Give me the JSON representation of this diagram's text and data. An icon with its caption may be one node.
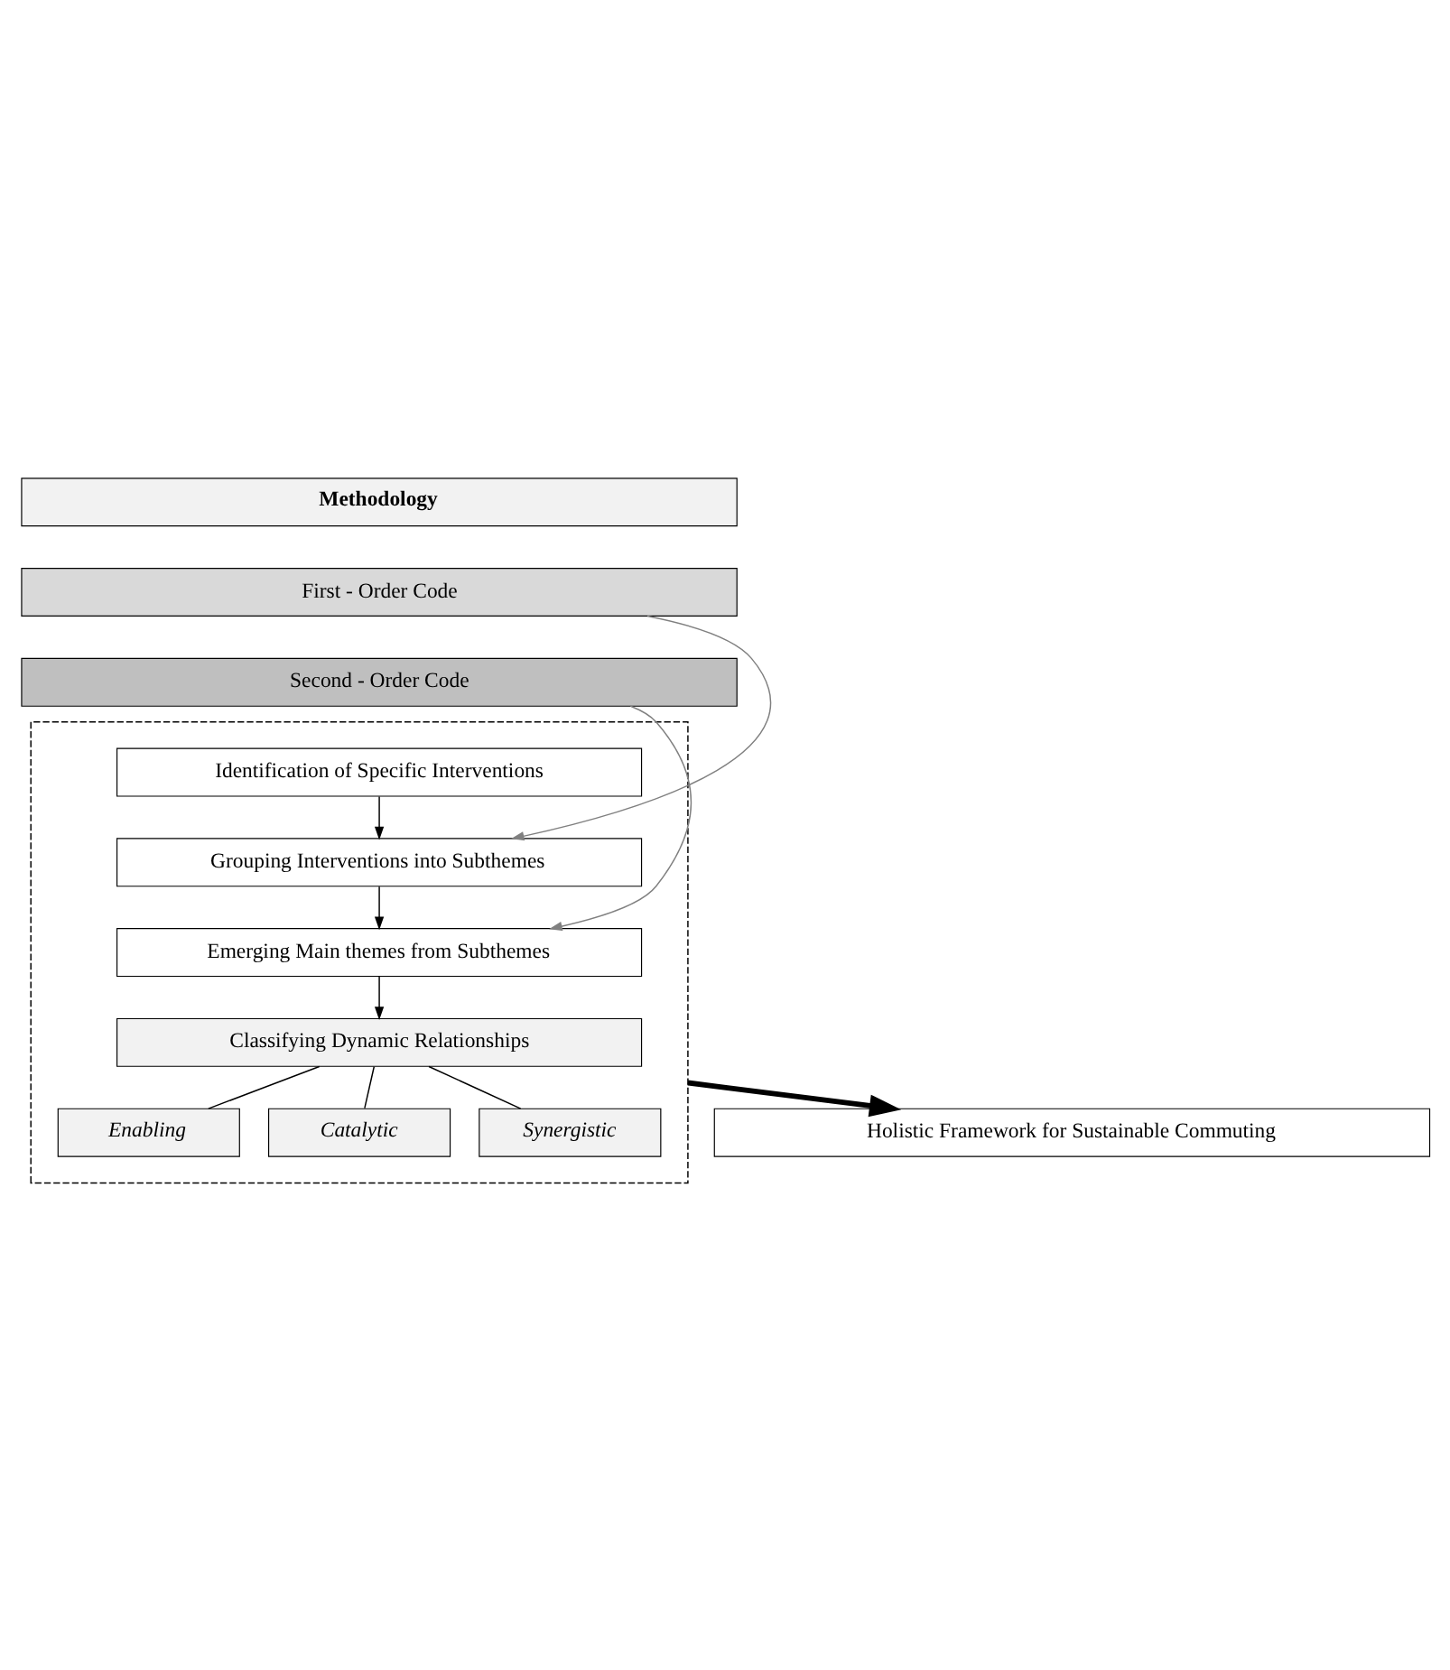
{
  "diagram": {
    "nodes": [
      {
        "text": [
          "Methodology"
        ]
      },
      {
        "text": [
          "First - Order Code"
        ]
      },
      {
        "text": [
          "Second - Order Code"
        ]
      },
      {
        "text": [],
        "shape": "box"
      },
      {
        "text": [
          "Identification of Specific Interventions"
        ],
        "in": 3
      },
      {
        "text": [
          "Grouping Interventions into Subthemes"
        ],
        "in": 3
      },
      {
        "text": [
          "Emerging Main themes from Subthemes"
        ],
        "in": 3
      },
      {
        "text": [
          "Classifying Dynamic Relationships"
        ],
        "in": 3
      },
      {
        "text": [
          "Enabling"
        ],
        "in": 3
      },
      {
        "text": [
          "Catalytic"
        ],
        "in": 3
      },
      {
        "text": [
          "Synergistic"
        ],
        "in": 3
      },
      {
        "text": [
          "Holistic Framework for Sustainable Commuting"
        ]
      }
    ],
    "edges": [
      {
        "from": 1,
        "to": 5,
        "arrow": "to",
        "color": "#808080"
      },
      {
        "from": 2,
        "to": 6,
        "arrow": "to",
        "color": "#808080"
      },
      {
        "from": 4,
        "to": 5,
        "arrow": "to"
      },
      {
        "from": 5,
        "to": 6,
        "arrow": "to"
      },
      {
        "from": 6,
        "to": 7,
        "arrow": "to"
      },
      {
        "from": 7,
        "to": 8,
        "arrow": "none"
      },
      {
        "from": 7,
        "to": 9,
        "arrow": "none"
      },
      {
        "from": 7,
        "to": 10,
        "arrow": "none"
      },
      {
        "from": 3,
        "to": 11,
        "arrow": "to",
        "style": "thick"
      }
    ]
  }
}
